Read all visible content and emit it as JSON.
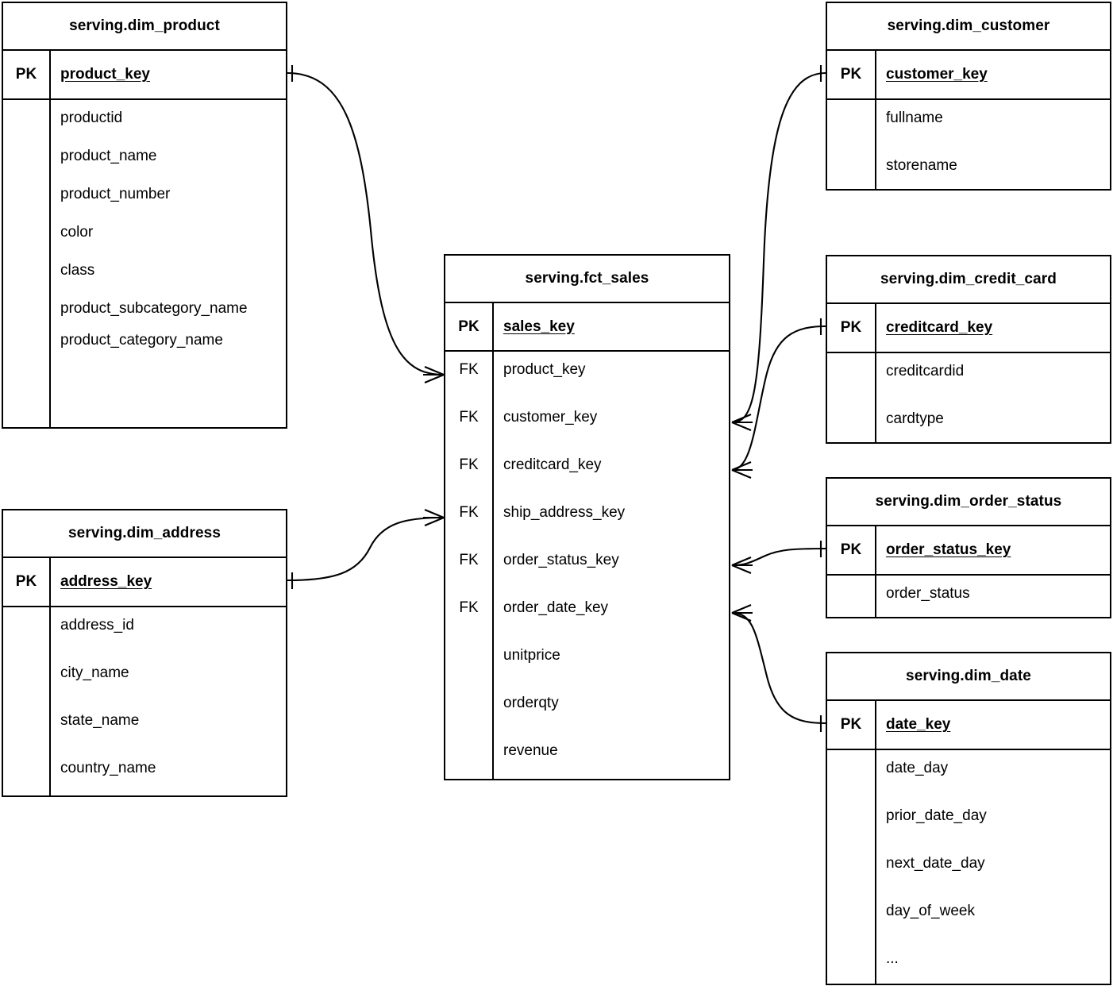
{
  "diagram": {
    "kind": "entity-relationship-diagram",
    "notation": "crow's-foot",
    "background": "#ffffff",
    "line_color": "#000000"
  },
  "labels": {
    "pk": "PK",
    "fk": "FK",
    "ellipsis": "..."
  },
  "entities": [
    {
      "id": "dim_product",
      "title": "serving.dim_product",
      "pk_label": "PK",
      "pk_name": "product_key",
      "attributes": [
        "productid",
        "product_name",
        "product_number",
        "color",
        "class",
        "product_subcategory_name",
        "product_category_name"
      ]
    },
    {
      "id": "dim_address",
      "title": "serving.dim_address",
      "pk_label": "PK",
      "pk_name": "address_key",
      "attributes": [
        "address_id",
        "city_name",
        "state_name",
        "country_name"
      ]
    },
    {
      "id": "fct_sales",
      "title": "serving.fct_sales",
      "pk_label": "PK",
      "pk_name": "sales_key",
      "foreign_keys": [
        {
          "tag": "FK",
          "name": "product_key"
        },
        {
          "tag": "FK",
          "name": "customer_key"
        },
        {
          "tag": "FK",
          "name": "creditcard_key"
        },
        {
          "tag": "FK",
          "name": "ship_address_key"
        },
        {
          "tag": "FK",
          "name": "order_status_key"
        },
        {
          "tag": "FK",
          "name": "order_date_key"
        }
      ],
      "measures": [
        "unitprice",
        "orderqty",
        "revenue"
      ]
    },
    {
      "id": "dim_customer",
      "title": "serving.dim_customer",
      "pk_label": "PK",
      "pk_name": "customer_key",
      "attributes": [
        "fullname",
        "storename"
      ]
    },
    {
      "id": "dim_credit_card",
      "title": "serving.dim_credit_card",
      "pk_label": "PK",
      "pk_name": "creditcard_key",
      "attributes": [
        "creditcardid",
        "cardtype"
      ]
    },
    {
      "id": "dim_order_status",
      "title": "serving.dim_order_status",
      "pk_label": "PK",
      "pk_name": "order_status_key",
      "attributes": [
        "order_status"
      ]
    },
    {
      "id": "dim_date",
      "title": "serving.dim_date",
      "pk_label": "PK",
      "pk_name": "date_key",
      "attributes": [
        "date_day",
        "prior_date_day",
        "next_date_day",
        "day_of_week",
        "..."
      ]
    }
  ],
  "relationships": [
    {
      "from": "dim_product.product_key",
      "to": "fct_sales.product_key",
      "from_cardinality": "one",
      "to_cardinality": "many"
    },
    {
      "from": "dim_address.address_key",
      "to": "fct_sales.ship_address_key",
      "from_cardinality": "one",
      "to_cardinality": "many"
    },
    {
      "from": "dim_customer.customer_key",
      "to": "fct_sales.customer_key",
      "from_cardinality": "one",
      "to_cardinality": "many"
    },
    {
      "from": "dim_credit_card.creditcard_key",
      "to": "fct_sales.creditcard_key",
      "from_cardinality": "one",
      "to_cardinality": "many"
    },
    {
      "from": "dim_order_status.order_status_key",
      "to": "fct_sales.order_status_key",
      "from_cardinality": "one",
      "to_cardinality": "many"
    },
    {
      "from": "dim_date.date_key",
      "to": "fct_sales.order_date_key",
      "from_cardinality": "one",
      "to_cardinality": "many"
    }
  ]
}
